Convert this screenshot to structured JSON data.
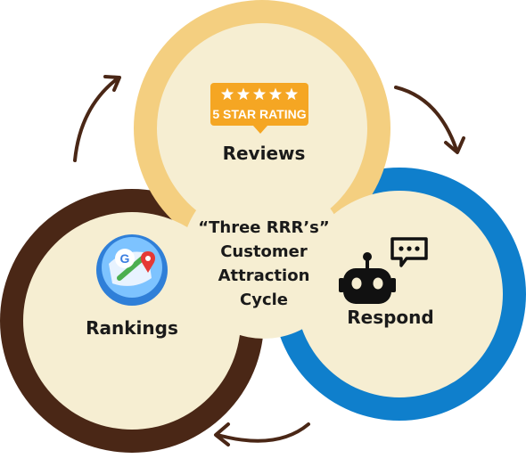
{
  "diagram": {
    "center_lines": [
      "“Three RRR’s”",
      "Customer",
      "Attraction",
      "Cycle"
    ],
    "nodes": {
      "reviews": {
        "label": "Reviews",
        "badge_text": "5 STAR RATING",
        "star_count": 5
      },
      "rankings": {
        "label": "Rankings",
        "icon": "maps-pin-icon",
        "icon_letter": "G"
      },
      "respond": {
        "label": "Respond",
        "icon": "robot-chat-icon"
      }
    }
  },
  "colors": {
    "reviews_ring": "#f4cf80",
    "rankings_ring": "#4a2716",
    "respond_ring": "#0f7fcc",
    "inner_fill": "#f6eed2",
    "arrow": "#4a2716",
    "badge_fill": "#f5a623"
  }
}
